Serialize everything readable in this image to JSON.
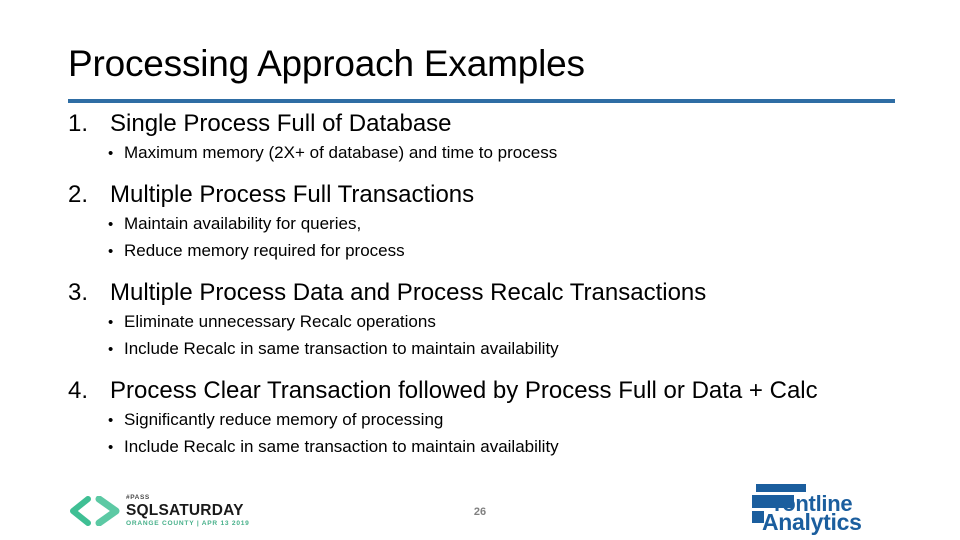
{
  "slide": {
    "title": "Processing Approach Examples",
    "accent_color": "#2E6DA4",
    "background_color": "#FFFFFF"
  },
  "content": {
    "items": [
      {
        "number": "1.",
        "heading": "Single Process Full of Database",
        "bullets": [
          "Maximum memory (2X+ of database) and time to process"
        ]
      },
      {
        "number": "2.",
        "heading": "Multiple Process Full Transactions",
        "bullets": [
          "Maintain availability for queries,",
          "Reduce memory required for process"
        ]
      },
      {
        "number": "3.",
        "heading": "Multiple Process Data and Process Recalc Transactions",
        "bullets": [
          "Eliminate unnecessary Recalc operations",
          "Include Recalc in same transaction to maintain availability"
        ]
      },
      {
        "number": "4.",
        "heading": "Process Clear Transaction followed by Process Full or Data + Calc",
        "bullets": [
          "Significantly reduce memory of processing",
          "Include Recalc in same transaction to maintain availability"
        ]
      }
    ],
    "bullet_glyph": "•"
  },
  "footer": {
    "page_number": "26",
    "sqlsaturday_logo": {
      "brackets": "<>",
      "pass_label": "#PASS",
      "main_label": "SQLSATURDAY",
      "sub_label": "ORANGE COUNTY | APR 13 2019",
      "bracket_color": "#3FBF94",
      "accent_color": "#47B08A"
    },
    "frontline_logo": {
      "word_one": "rontline",
      "word_two": "Analytics",
      "color": "#1B5E9E"
    }
  }
}
